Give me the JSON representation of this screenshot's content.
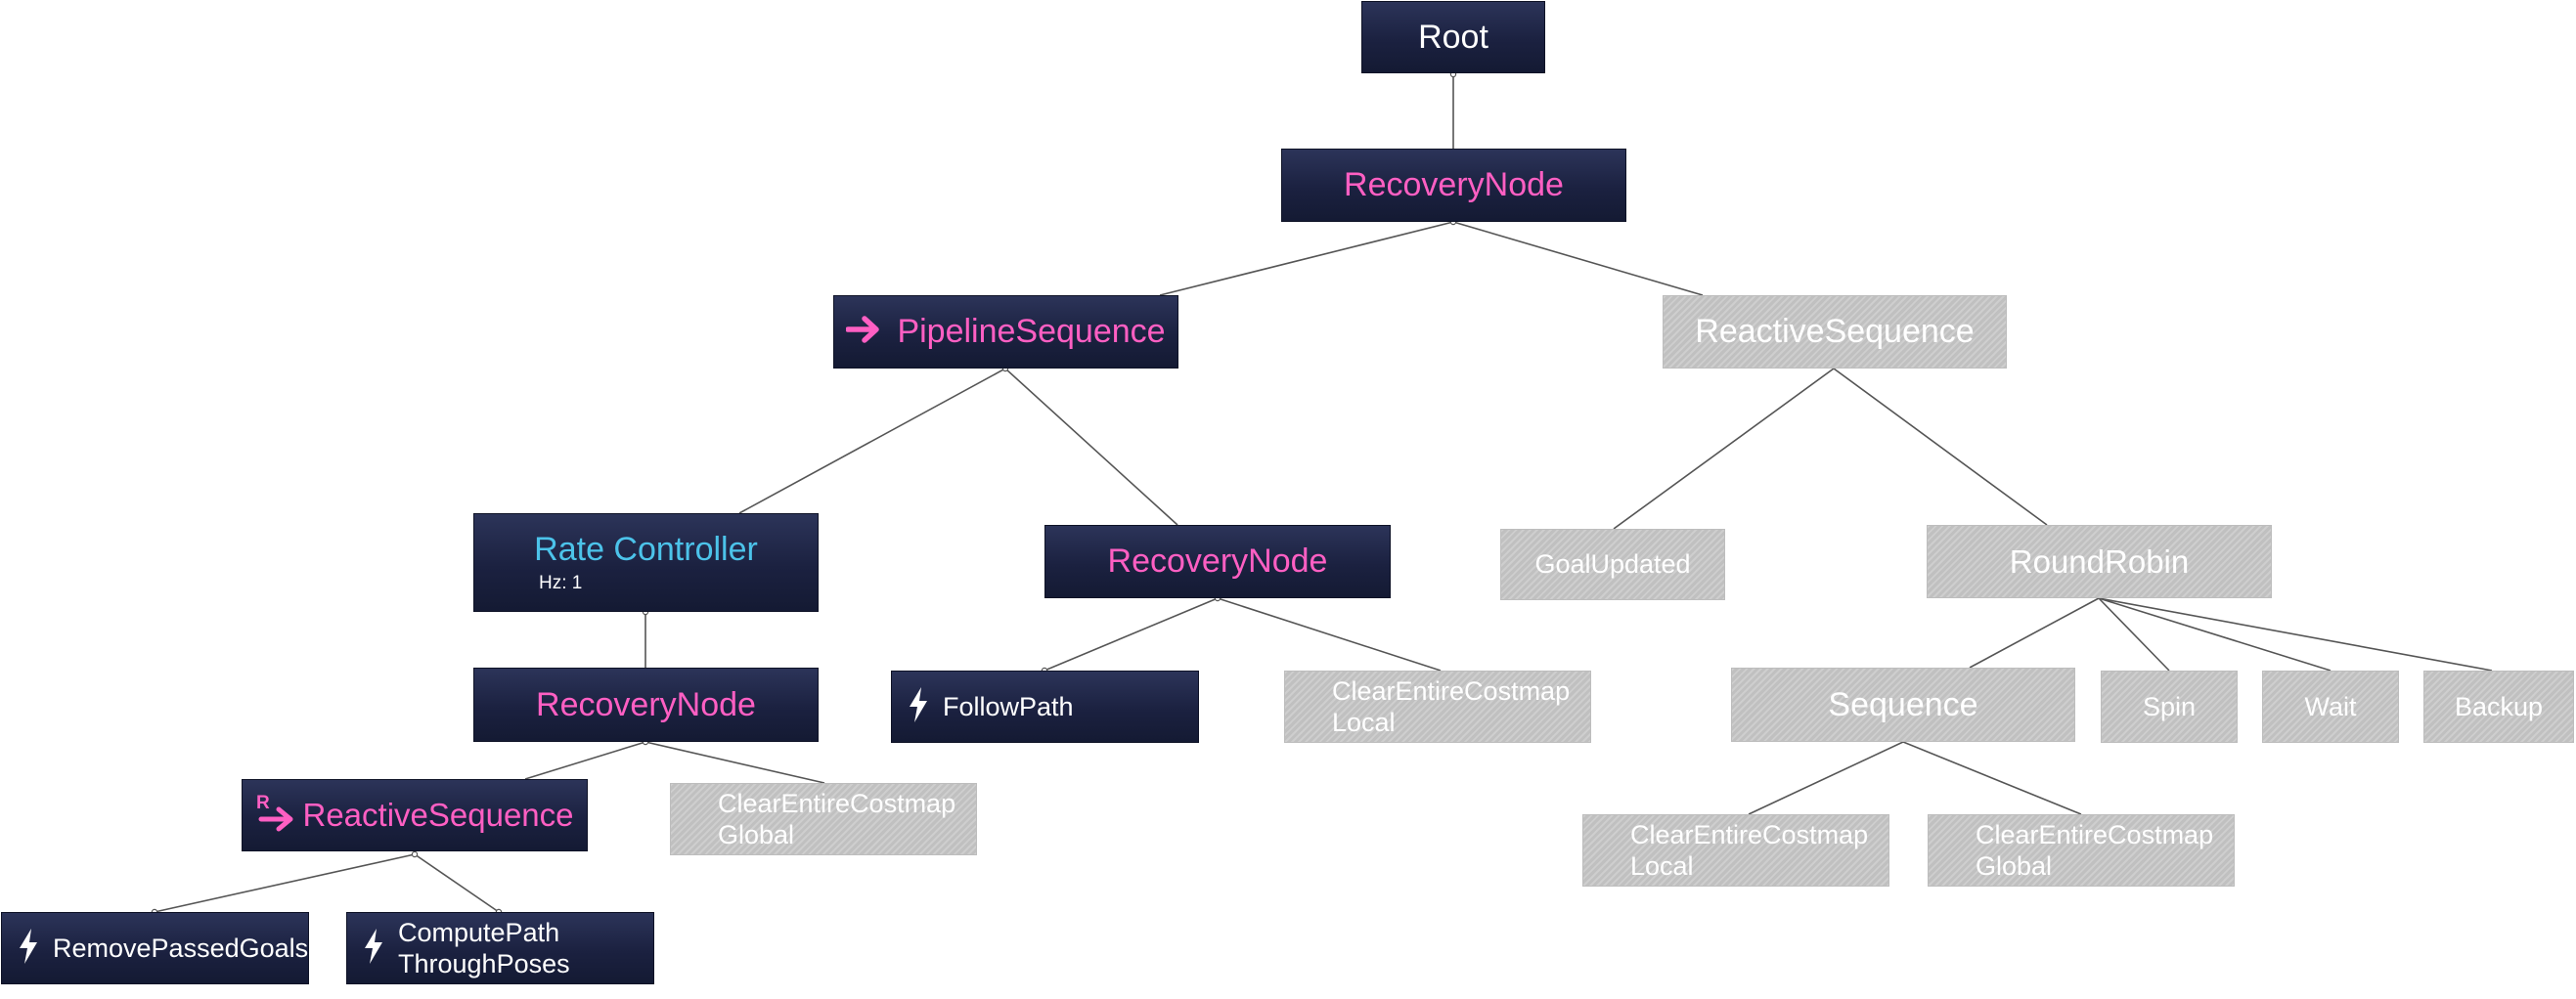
{
  "colors": {
    "node_dark": "#1b2140",
    "node_disabled": "#c8c8c8",
    "label_control": "#ff5fc3",
    "label_decorator": "#4cc3ea",
    "edge": "#555555"
  },
  "nodes": {
    "root": {
      "label": "Root"
    },
    "recovery_top": {
      "label": "RecoveryNode"
    },
    "pipeline_sequence": {
      "label": "PipelineSequence",
      "icon": "arrow-right-icon"
    },
    "reactive_sequence_right": {
      "label": "ReactiveSequence"
    },
    "rate_controller": {
      "label": "Rate Controller",
      "param": "Hz: 1"
    },
    "recovery_mid": {
      "label": "RecoveryNode"
    },
    "goal_updated": {
      "label": "GoalUpdated"
    },
    "round_robin": {
      "label": "RoundRobin"
    },
    "recovery_left": {
      "label": "RecoveryNode"
    },
    "follow_path": {
      "label": "FollowPath",
      "icon": "lightning-icon"
    },
    "clear_local_1": {
      "line1": "ClearEntireCostmap",
      "line2": "Local"
    },
    "sequence": {
      "label": "Sequence"
    },
    "spin": {
      "label": "Spin"
    },
    "wait": {
      "label": "Wait"
    },
    "backup": {
      "label": "Backup"
    },
    "reactive_sequence_left": {
      "label": "ReactiveSequence",
      "icon": "reactive-arrow-icon",
      "icon_letter": "R"
    },
    "clear_global_1": {
      "line1": "ClearEntireCostmap",
      "line2": "Global"
    },
    "clear_local_2": {
      "line1": "ClearEntireCostmap",
      "line2": "Local"
    },
    "clear_global_2": {
      "line1": "ClearEntireCostmap",
      "line2": "Global"
    },
    "remove_passed_goals": {
      "label": "RemovePassedGoals",
      "icon": "lightning-icon"
    },
    "compute_path": {
      "line1": "ComputePath",
      "line2": "ThroughPoses",
      "icon": "lightning-icon"
    }
  }
}
